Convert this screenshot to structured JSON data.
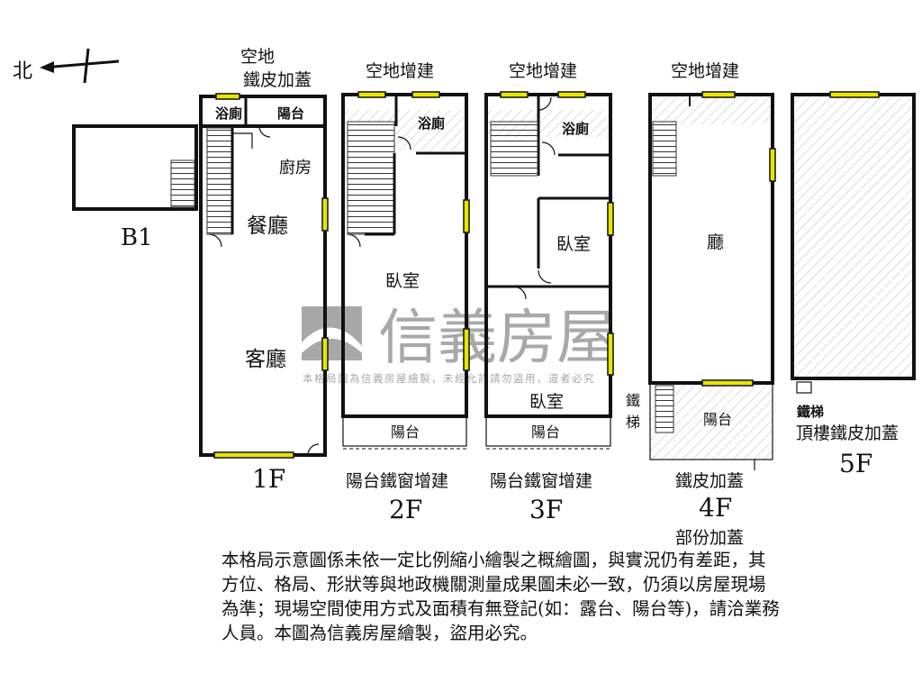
{
  "compass": {
    "north": "北"
  },
  "b1": {
    "label": "B1"
  },
  "f1": {
    "label": "1F",
    "top_note_1": "空地",
    "top_note_2": "鐵皮加蓋",
    "bath": "浴廁",
    "balcony": "陽台",
    "kitchen": "廚房",
    "dining": "餐廳",
    "living": "客廳"
  },
  "f2": {
    "label": "2F",
    "top_note": "空地增建",
    "bath": "浴廁",
    "bedroom": "臥室",
    "balcony": "陽台",
    "bottom_note": "陽台鐵窗增建"
  },
  "f3": {
    "label": "3F",
    "top_note": "空地增建",
    "bath": "浴廁",
    "bedroom_1": "臥室",
    "bedroom_2": "臥室",
    "balcony": "陽台",
    "bottom_note": "陽台鐵窗增建"
  },
  "f4": {
    "label": "4F",
    "top_note": "空地增建",
    "hall": "廳",
    "balcony": "陽台",
    "stair_1": "鐵",
    "stair_2": "梯",
    "bottom_note_1": "鐵皮加蓋",
    "bottom_note_2": "部份加蓋"
  },
  "f5": {
    "label": "5F",
    "stair": "鐵梯",
    "roof_note": "頂樓鐵皮加蓋"
  },
  "watermark": {
    "brand": "信義房屋",
    "notice": "本格局圖為信義房屋繪製，未經允許請勿盜用，違者必究"
  },
  "disclaimer": "本格局示意圖係未依一定比例縮小繪製之概繪圖，與實況仍有差距，其方位、格局、形狀等與地政機關測量成果圖未必一致，仍須以房屋現場為準；現場空間使用方式及面積有無登記(如：露台、陽台等)，請洽業務人員。本圖為信義房屋繪製，盜用必究。",
  "colors": {
    "window": "#e6e600",
    "watermark": "#9a9a9a",
    "wall": "#111111"
  }
}
